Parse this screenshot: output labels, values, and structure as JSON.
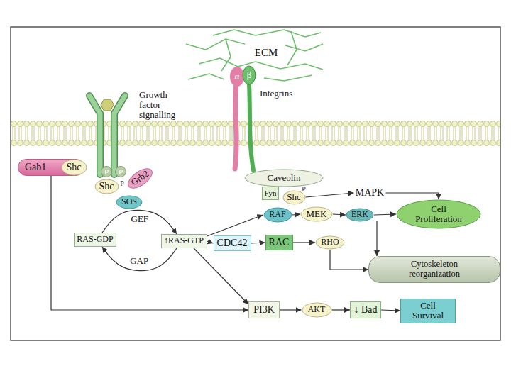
{
  "diagram": {
    "nodes": [
      {
        "text": [
          "Gab1"
        ]
      },
      {
        "text": [
          "Shc"
        ]
      },
      {
        "text": [
          "Shc"
        ]
      },
      {
        "text": [
          "Grb2"
        ]
      },
      {
        "text": [
          "SOS"
        ]
      },
      {
        "text": [
          "Caveolin"
        ]
      },
      {
        "text": [
          "Fyn"
        ]
      },
      {
        "text": [
          "Shc"
        ]
      },
      {
        "text": [
          "MAPK"
        ]
      },
      {
        "text": [
          "RAS-GDP"
        ]
      },
      {
        "text": [
          "↑RAS-GTP"
        ]
      },
      {
        "text": [
          "RAF"
        ]
      },
      {
        "text": [
          "MEK"
        ]
      },
      {
        "text": [
          "ERK"
        ]
      },
      {
        "text": [
          "Cell Proliferation"
        ]
      },
      {
        "text": [
          "CDC42"
        ]
      },
      {
        "text": [
          "RAC"
        ]
      },
      {
        "text": [
          "RHO"
        ]
      },
      {
        "text": [
          "Cytoskeleton reorganization"
        ]
      },
      {
        "text": [
          "PI3K"
        ]
      },
      {
        "text": [
          "AKT"
        ]
      },
      {
        "text": [
          "↓ Bad"
        ]
      },
      {
        "text": [
          "Cell Survival"
        ]
      }
    ],
    "edges": [
      {
        "from": 7,
        "to": 8,
        "arrow": "to"
      },
      {
        "from": 8,
        "to": 14,
        "arrow": "to"
      },
      {
        "from": 9,
        "to": 10,
        "label": "GEF",
        "arrow": "to"
      },
      {
        "from": 10,
        "to": 9,
        "label": "GAP",
        "arrow": "to"
      },
      {
        "from": 10,
        "to": 11,
        "arrow": "to"
      },
      {
        "from": 11,
        "to": 12,
        "arrow": "to"
      },
      {
        "from": 12,
        "to": 13,
        "arrow": "to"
      },
      {
        "from": 13,
        "to": 14,
        "arrow": "to"
      },
      {
        "from": 10,
        "to": 15,
        "arrow": "to"
      },
      {
        "from": 15,
        "to": 16,
        "arrow": "to"
      },
      {
        "from": 16,
        "to": 17,
        "arrow": "to"
      },
      {
        "from": 13,
        "to": 18,
        "arrow": "to"
      },
      {
        "from": 17,
        "to": 18,
        "arrow": "to"
      },
      {
        "from": 10,
        "to": 19,
        "arrow": "to"
      },
      {
        "from": 0,
        "to": 19,
        "arrow": "to"
      },
      {
        "from": 19,
        "to": 20,
        "arrow": "to"
      },
      {
        "from": 20,
        "to": 21,
        "arrow": "to"
      },
      {
        "from": 21,
        "to": 22,
        "arrow": "to"
      }
    ],
    "labels": [
      "ECM",
      "Integrins",
      "Growth factor signalling",
      "α",
      "β",
      "P",
      "P",
      "P",
      "P"
    ]
  }
}
